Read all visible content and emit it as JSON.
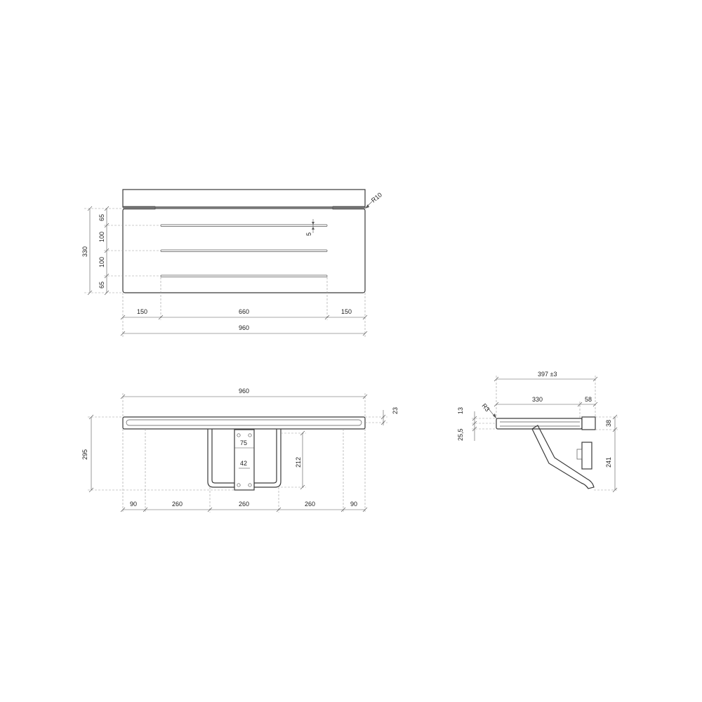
{
  "colors": {
    "line": "#3a3a3a",
    "dimension": "#555555",
    "background": "#ffffff"
  },
  "top_view": {
    "radius": "R10",
    "slot_width": "5",
    "overall_depth": "330",
    "rows": [
      "65",
      "100",
      "100",
      "65"
    ],
    "width_parts": [
      "150",
      "660",
      "150"
    ],
    "overall_width": "960"
  },
  "front_view": {
    "overall_width": "960",
    "thickness": "23",
    "height": "295",
    "bracket_inner": "212",
    "plate_width": "75",
    "hole_spacing": "42",
    "width_parts": [
      "90",
      "260",
      "260",
      "260",
      "90"
    ]
  },
  "side_view": {
    "overall_depth": "397 ±3",
    "seat_depth": "330",
    "wall_block": "58",
    "block_height": "38",
    "radius": "R3",
    "seat_thickness": "13",
    "offset": "25,5",
    "drop": "241"
  }
}
